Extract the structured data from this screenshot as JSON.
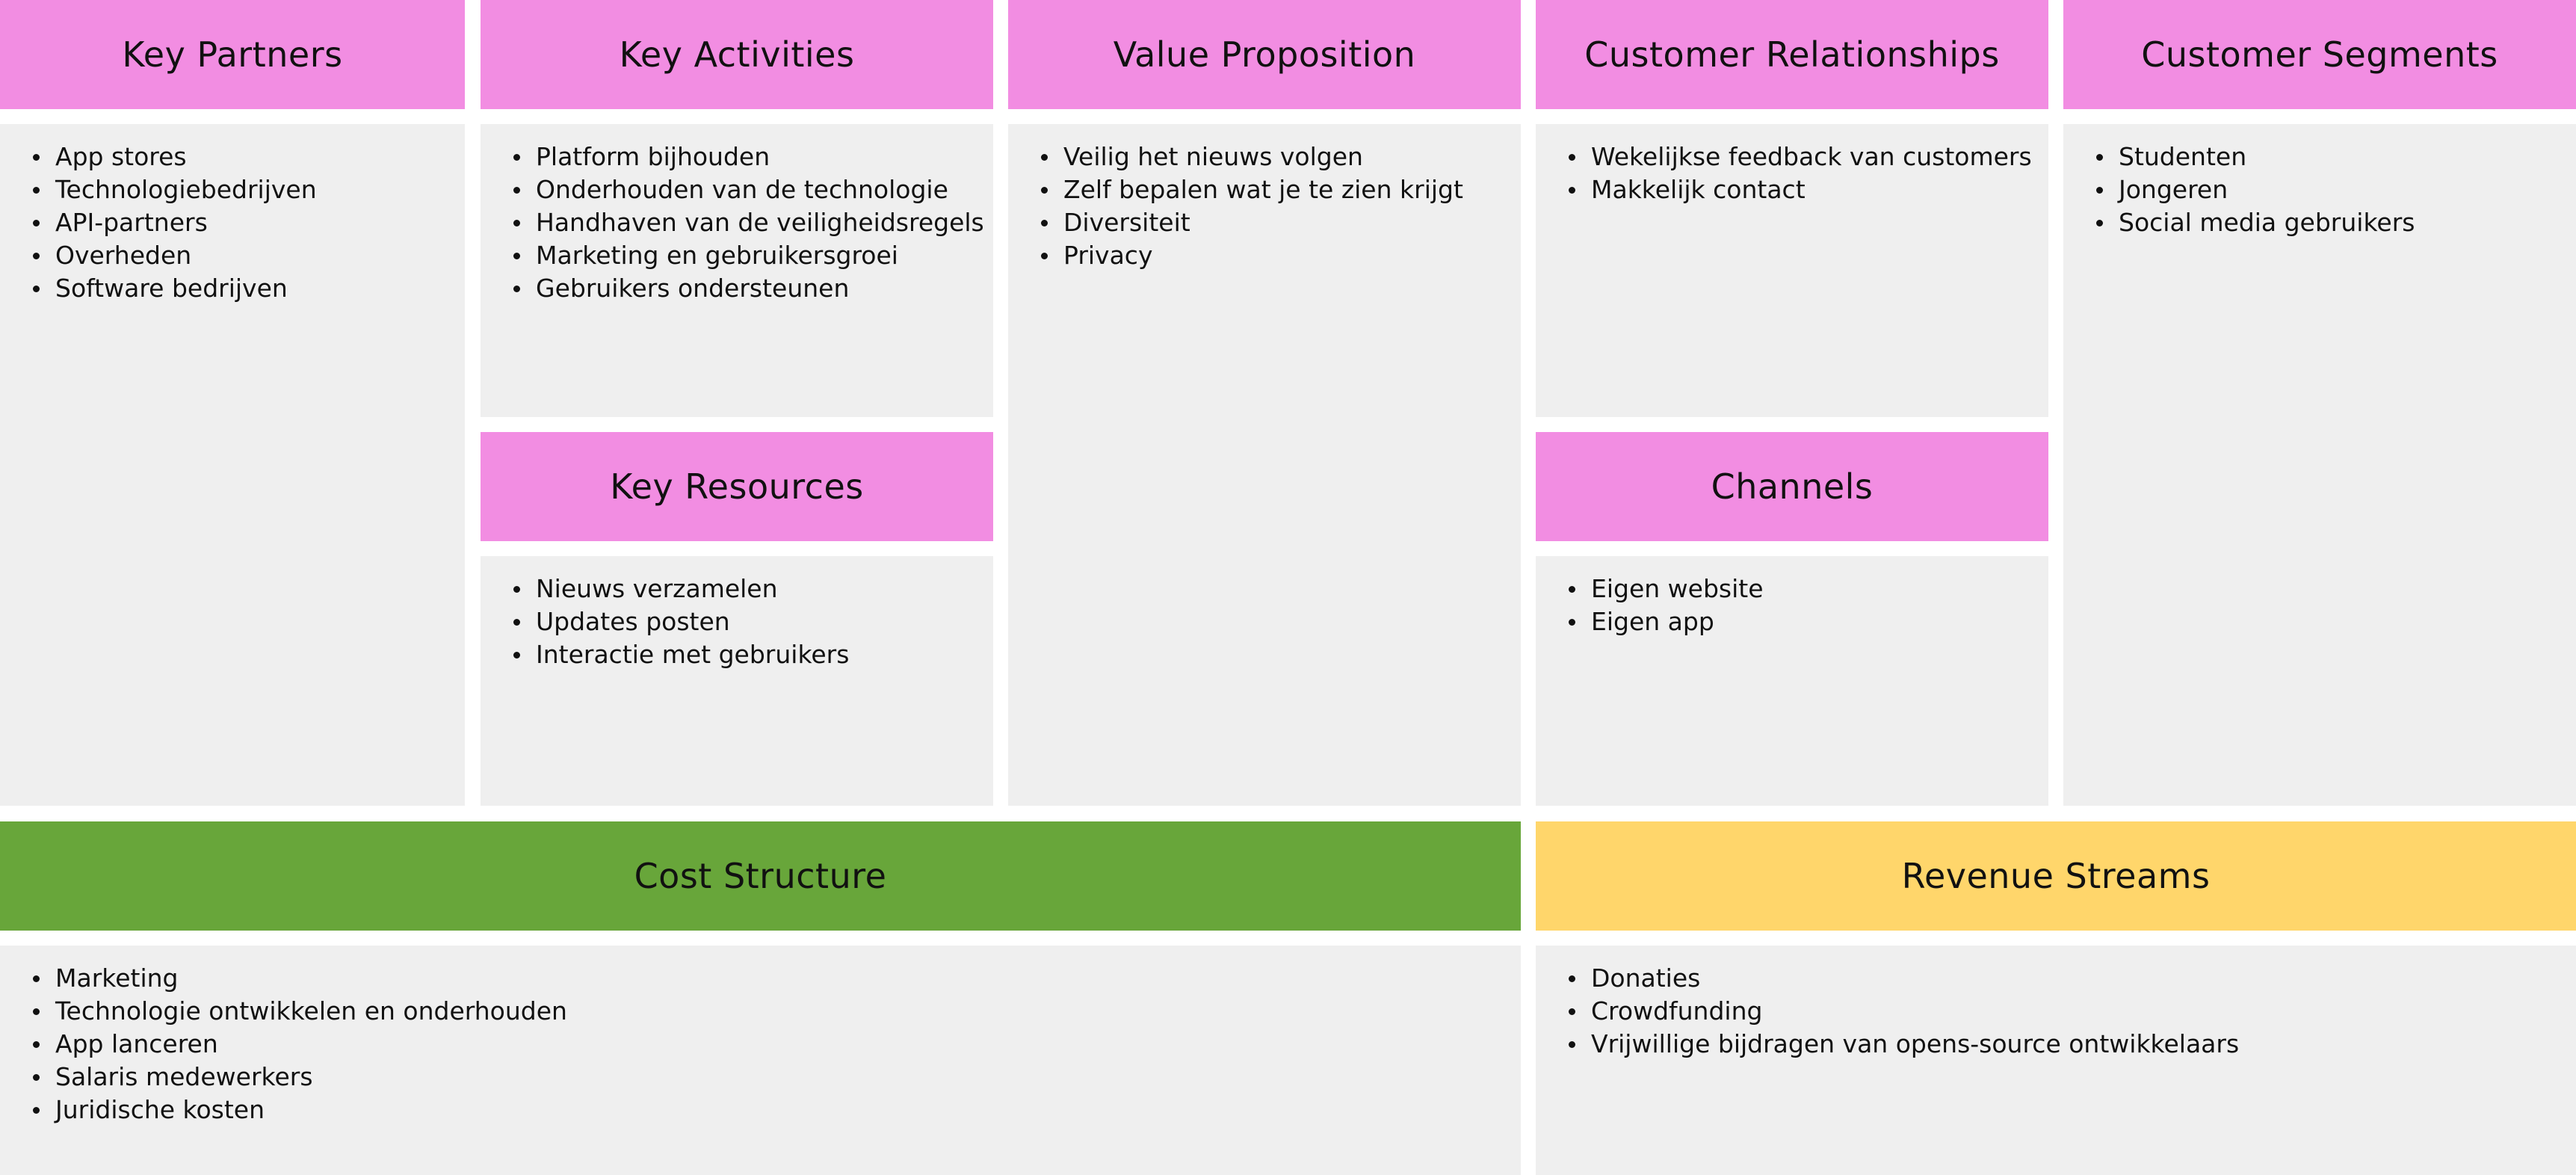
{
  "colors": {
    "header_pink": "#f28de2",
    "header_green": "#68a63a",
    "header_yellow": "#ffd66b",
    "panel_grey": "#efefef"
  },
  "key_partners": {
    "title": "Key Partners",
    "items": [
      "App stores",
      "Technologiebedrijven",
      "API-partners",
      "Overheden",
      "Software bedrijven"
    ]
  },
  "key_activities": {
    "title": "Key Activities",
    "items": [
      "Platform bijhouden",
      "Onderhouden van de technologie",
      "Handhaven van de veiligheidsregels",
      "Marketing en gebruikersgroei",
      "Gebruikers ondersteunen"
    ]
  },
  "key_resources": {
    "title": "Key Resources",
    "items": [
      "Nieuws verzamelen",
      "Updates posten",
      "Interactie met gebruikers"
    ]
  },
  "value_proposition": {
    "title": "Value Proposition",
    "items": [
      "Veilig het nieuws volgen",
      "Zelf bepalen wat je te zien krijgt",
      "Diversiteit",
      "Privacy"
    ]
  },
  "customer_relationships": {
    "title": "Customer Relationships",
    "items": [
      "Wekelijkse feedback van customers",
      "Makkelijk contact"
    ]
  },
  "channels": {
    "title": "Channels",
    "items": [
      "Eigen website",
      "Eigen app"
    ]
  },
  "customer_segments": {
    "title": "Customer Segments",
    "items": [
      "Studenten",
      "Jongeren",
      "Social media gebruikers"
    ]
  },
  "cost_structure": {
    "title": "Cost Structure",
    "items": [
      "Marketing",
      "Technologie ontwikkelen en onderhouden",
      "App lanceren",
      "Salaris medewerkers",
      "Juridische kosten"
    ]
  },
  "revenue_streams": {
    "title": "Revenue Streams",
    "items": [
      "Donaties",
      "Crowdfunding",
      "Vrijwillige bijdragen van opens-source ontwikkelaars"
    ]
  }
}
